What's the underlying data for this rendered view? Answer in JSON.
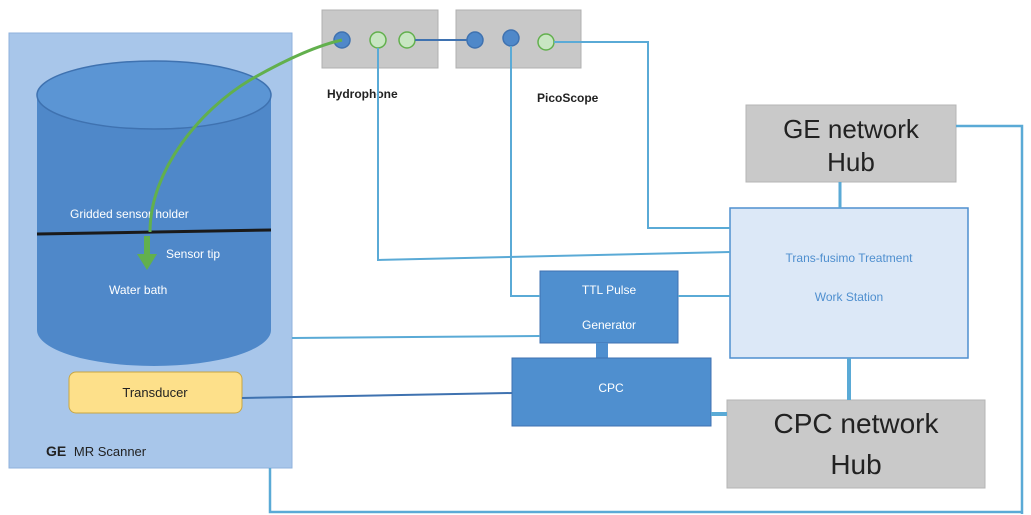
{
  "mr_scanner": {
    "brand": "GE",
    "label": "MR Scanner"
  },
  "water_bath": {
    "holder_label": "Gridded sensor holder",
    "sensor_tip_label": "Sensor tip",
    "bath_label": "Water bath"
  },
  "transducer": {
    "label": "Transducer"
  },
  "hydrophone": {
    "label": "Hydrophone"
  },
  "picoscope": {
    "label": "PicoScope"
  },
  "ge_network_hub": {
    "line1": "GE network",
    "line2": "Hub"
  },
  "workstation": {
    "line1": "Trans-fusimo Treatment",
    "line2": "Work Station"
  },
  "ttl_pulse_generator": {
    "line1": "TTL Pulse",
    "line2": "Generator"
  },
  "cpc": {
    "label": "CPC"
  },
  "cpc_network_hub": {
    "line1": "CPC network",
    "line2": "Hub"
  },
  "colors": {
    "scanner_fill": "#a8c6ea",
    "cylinder_fill": "#4f88c9",
    "box_blue": "#4f8fcf",
    "workstation_fill": "#dce8f7",
    "hub_gray": "#c9c9c9",
    "wire": "#5aaad6",
    "dark_wire": "#3f72b0",
    "green_wire": "#62b04d",
    "transducer_fill": "#fde08a"
  }
}
